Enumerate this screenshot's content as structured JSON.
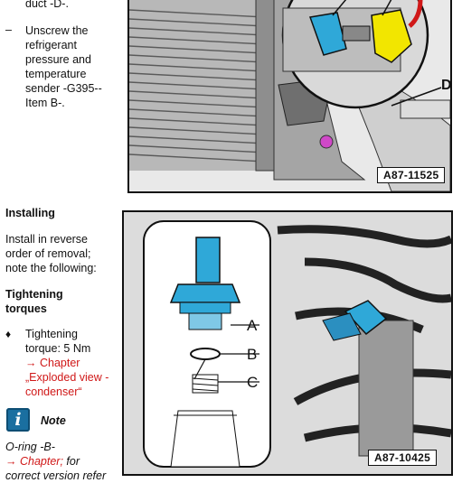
{
  "step_removal": {
    "prev_fragment": "duct -D-.",
    "dash": "–",
    "text_lines": [
      "Unscrew the",
      "refrigerant",
      "pressure and",
      "temperature",
      "sender -G395--",
      "Item B-."
    ]
  },
  "figure_top": {
    "label": "A87-11525",
    "callout_d": "D"
  },
  "installing": {
    "heading": "Installing",
    "lines": [
      "Install in reverse",
      "order of removal;",
      "note the following:"
    ]
  },
  "torques": {
    "heading_lines": [
      "Tightening",
      "torques"
    ],
    "bullet": "♦",
    "item_lines": [
      "Tightening",
      "torque: 5 Nm"
    ],
    "link_arrow": "→",
    "link_lines": [
      "Chapter",
      "„Exploded view -",
      "condenser“"
    ]
  },
  "note": {
    "icon_glyph": "i",
    "title": "Note",
    "line1": "O-ring -B-",
    "link": "→ Chapter;",
    "line3_tail": " for",
    "line4": "correct version refer"
  },
  "figure_bottom": {
    "label": "A87-10425",
    "callouts": [
      "A",
      "B",
      "C"
    ]
  },
  "colors": {
    "link_red": "#d01818",
    "sender_blue": "#2fa8d8",
    "connector_yellow": "#f2e600",
    "note_icon_blue": "#1a6fa0"
  }
}
